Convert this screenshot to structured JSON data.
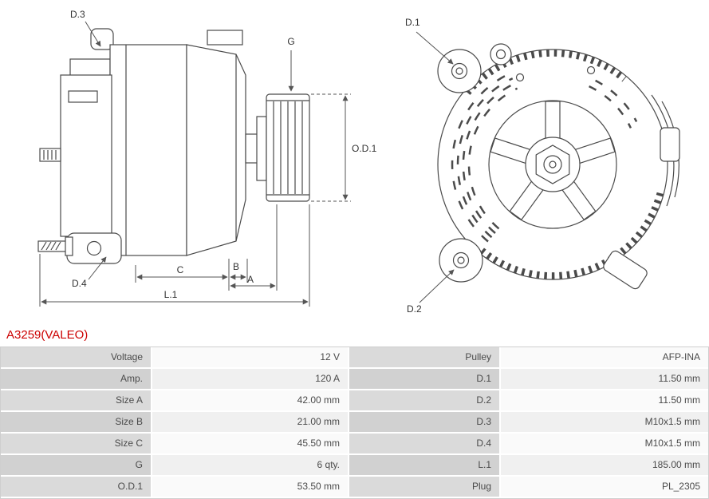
{
  "part": {
    "number": "A3259(VALEO)",
    "color": "#cc0000"
  },
  "diagram": {
    "labels": {
      "d1": "D.1",
      "d2": "D.2",
      "d3": "D.3",
      "d4": "D.4",
      "g": "G",
      "od1": "O.D.1",
      "a": "A",
      "b": "B",
      "c": "C",
      "l1": "L.1"
    }
  },
  "spec_table": {
    "rows": [
      {
        "left_label": "Voltage",
        "left_value": "12 V",
        "right_label": "Pulley",
        "right_value": "AFP-INA"
      },
      {
        "left_label": "Amp.",
        "left_value": "120 A",
        "right_label": "D.1",
        "right_value": "11.50 mm"
      },
      {
        "left_label": "Size A",
        "left_value": "42.00 mm",
        "right_label": "D.2",
        "right_value": "11.50 mm"
      },
      {
        "left_label": "Size B",
        "left_value": "21.00 mm",
        "right_label": "D.3",
        "right_value": "M10x1.5 mm"
      },
      {
        "left_label": "Size C",
        "left_value": "45.50 mm",
        "right_label": "D.4",
        "right_value": "M10x1.5 mm"
      },
      {
        "left_label": "G",
        "left_value": "6 qty.",
        "right_label": "L.1",
        "right_value": "185.00 mm"
      },
      {
        "left_label": "O.D.1",
        "left_value": "53.50 mm",
        "right_label": "Plug",
        "right_value": "PL_2305"
      }
    ]
  }
}
